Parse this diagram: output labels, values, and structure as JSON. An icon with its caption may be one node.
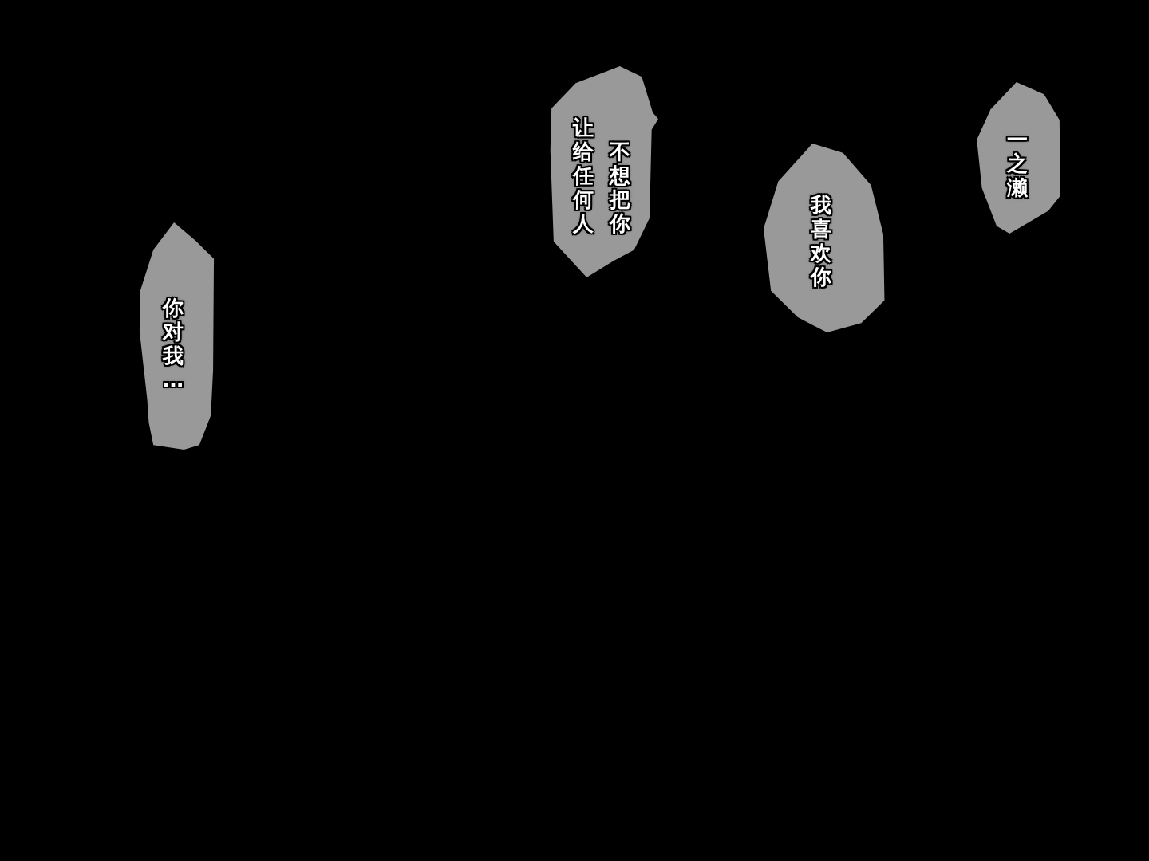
{
  "diagram": {
    "nodes": [
      {
        "text": [
          "一之濑"
        ]
      },
      {
        "text": [
          "我喜欢你"
        ]
      },
      {
        "text": [
          "不想把你让给任何人"
        ]
      },
      {
        "text": [
          "你对我…"
        ]
      }
    ]
  }
}
